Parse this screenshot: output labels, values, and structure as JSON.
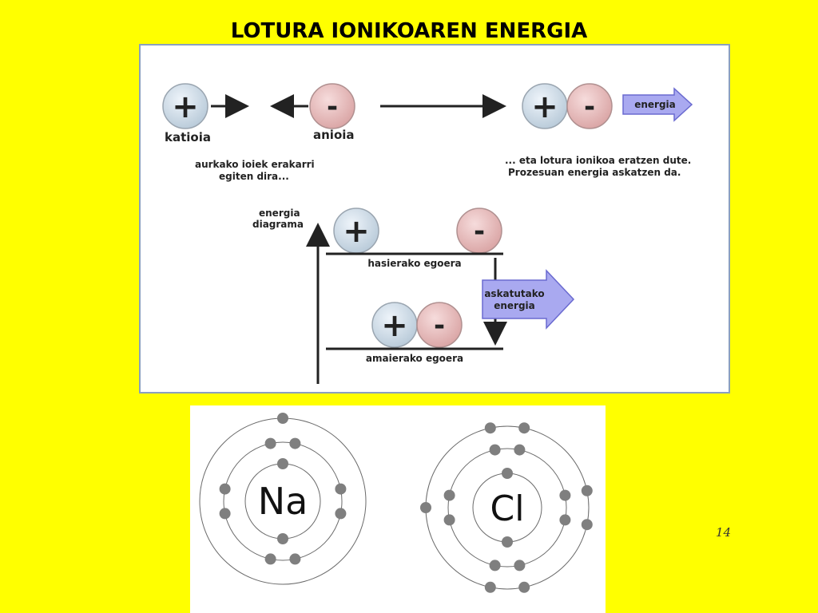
{
  "title": "LOTURA IONIKOAREN ENERGIA",
  "page_number": "14",
  "diagram": {
    "plus_sign": "+",
    "minus_sign": "-",
    "cation_label": "katioia",
    "anion_label": "anioia",
    "attraction_text": [
      "aurkako ioiek erakarri",
      "egiten dira..."
    ],
    "bond_text": [
      "... eta lotura ionikoa eratzen dute.",
      "Prozesuan energia askatzen da."
    ],
    "energy_arrow_label": "energia",
    "axis_label": [
      "energia",
      "diagrama"
    ],
    "initial_state_label": "hasierako egoera",
    "final_state_label": "amaierako egoera",
    "released_energy_label": [
      "askatutako",
      "energia"
    ]
  },
  "atoms": {
    "sodium": {
      "symbol": "Na",
      "shells": [
        2,
        8,
        1
      ]
    },
    "chlorine": {
      "symbol": "Cl",
      "shells": [
        2,
        8,
        7
      ]
    }
  },
  "colors": {
    "background": "#ffff00",
    "cation_fill": "#c9d9e6",
    "anion_fill": "#e6b5b5",
    "arrow_fill": "#9b9bea",
    "electron": "#7f7f7f"
  }
}
